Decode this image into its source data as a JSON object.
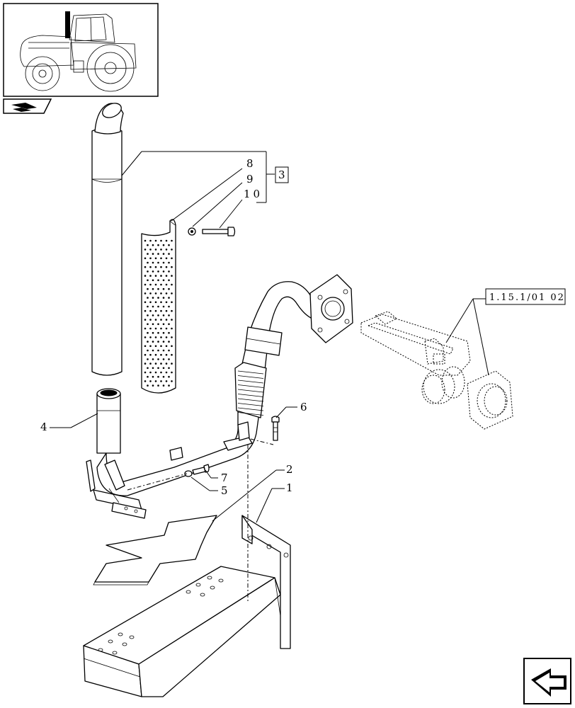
{
  "callouts": {
    "c1": "1",
    "c2": "2",
    "c3": "3",
    "c4": "4",
    "c5": "5",
    "c6": "6",
    "c7": "7",
    "c8": "8",
    "c9": "9",
    "c10": "10"
  },
  "cross_reference": "1.15.1/01 02"
}
